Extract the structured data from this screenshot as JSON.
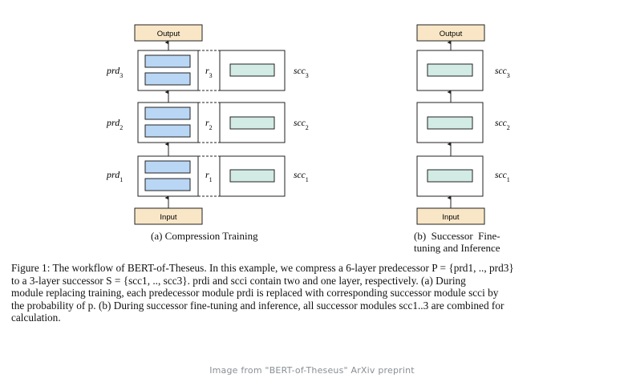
{
  "figure": {
    "diagram_a": {
      "output_label": "Output",
      "input_label": "Input",
      "prd_labels": [
        "prd3",
        "prd2",
        "prd1"
      ],
      "r_labels": [
        "r3",
        "r2",
        "r1"
      ],
      "scc_labels": [
        "scc3",
        "scc2",
        "scc1"
      ],
      "subcaption": "(a) Compression Training"
    },
    "diagram_b": {
      "output_label": "Output",
      "input_label": "Input",
      "scc_labels": [
        "scc3",
        "scc2",
        "scc1"
      ],
      "subcaption_line1": "(b)  Successor  Fine-",
      "subcaption_line2": "tuning and Inference"
    }
  },
  "caption": {
    "lines": [
      "Figure 1: The workflow of BERT-of-Theseus. In this example, we compress a 6-layer predecessor P = {prd1, .., prd3}",
      "to a 3-layer successor S = {scc1, .., scc3}.  prdi and scci contain two and one layer, respectively.  (a) During",
      "module replacing training, each predecessor module prdi is replaced with corresponding successor module scci by",
      "the probability of p. (b) During successor fine-tuning and inference, all successor modules scc1..3 are combined for",
      "calculation."
    ]
  },
  "credit": "Image from \"BERT-of-Theseus\" ArXiv preprint",
  "colors": {
    "io_box": "#f8e6c6",
    "predecessor_layer": "#b9d6f5",
    "successor_layer": "#d2ebe4",
    "stroke": "#222222"
  }
}
